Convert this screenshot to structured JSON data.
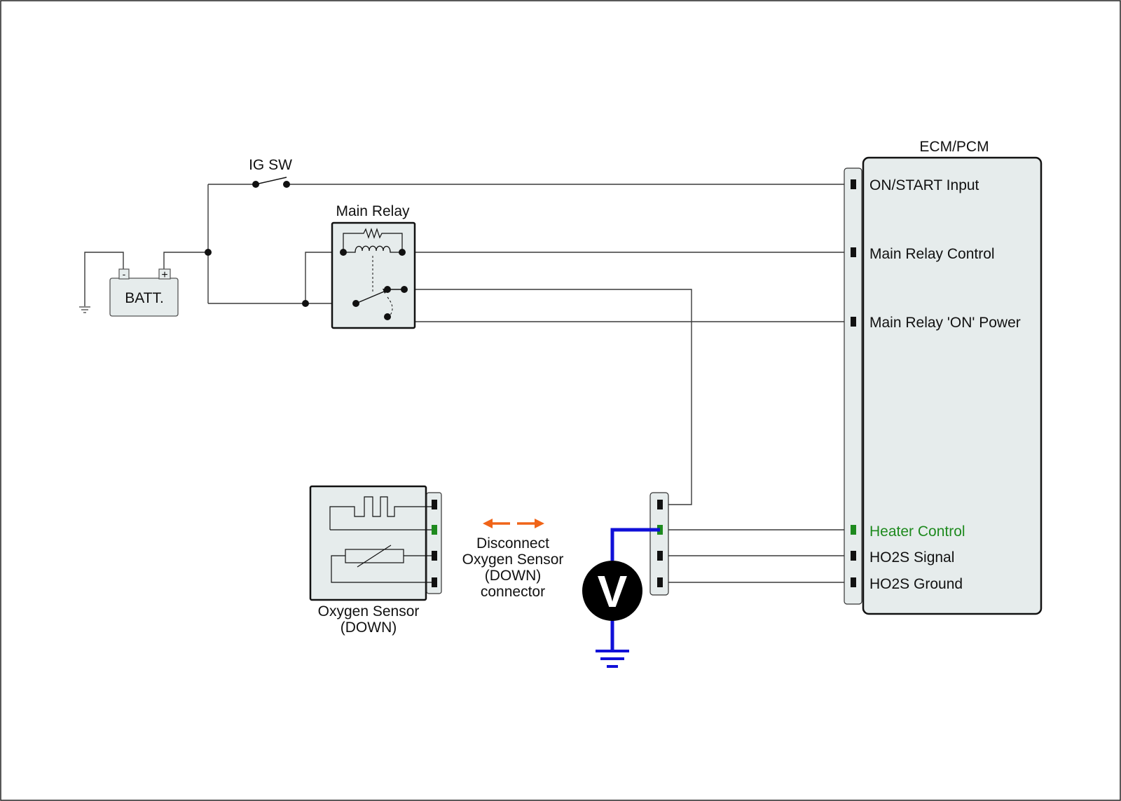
{
  "colors": {
    "fill": "#e6ecec",
    "wire": "#3a3a3a",
    "highlight": "#1e8a1e",
    "meter_lead": "#1010d8",
    "arrow": "#f06418"
  },
  "switch": {
    "label": "IG SW"
  },
  "battery": {
    "label": "BATT.",
    "minus": "-",
    "plus": "+"
  },
  "relay": {
    "label": "Main Relay"
  },
  "ecm": {
    "title": "ECM/PCM",
    "pins": {
      "on_start": "ON/START Input",
      "relay_control": "Main Relay Control",
      "relay_power": "Main Relay 'ON' Power",
      "heater": "Heater Control",
      "signal": "HO2S Signal",
      "ground": "HO2S Ground"
    }
  },
  "sensor": {
    "label_line1": "Oxygen Sensor",
    "label_line2": "(DOWN)"
  },
  "instruction": {
    "line1": "Disconnect",
    "line2": "Oxygen Sensor",
    "line3": "(DOWN)",
    "line4": "connector"
  },
  "voltmeter": {
    "symbol": "V"
  }
}
